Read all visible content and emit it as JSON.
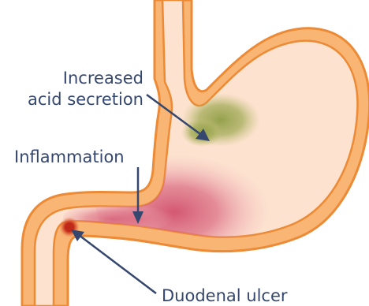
{
  "labels": {
    "acid_secretion": [
      "Increased",
      "acid secretion"
    ],
    "inflammation": "Inflammation",
    "duodenal_ulcer": "Duodenal ulcer"
  },
  "colors": {
    "stomach_wall": "#f9b574",
    "wall_outline": "#ec8a35",
    "stomach_lining": "#fde2cf",
    "acid_patch": "#8f9d46",
    "inflammation": "#d45a74",
    "ulcer": "#c9381d",
    "label_text": "#35476e",
    "pointer": "#35476e"
  }
}
